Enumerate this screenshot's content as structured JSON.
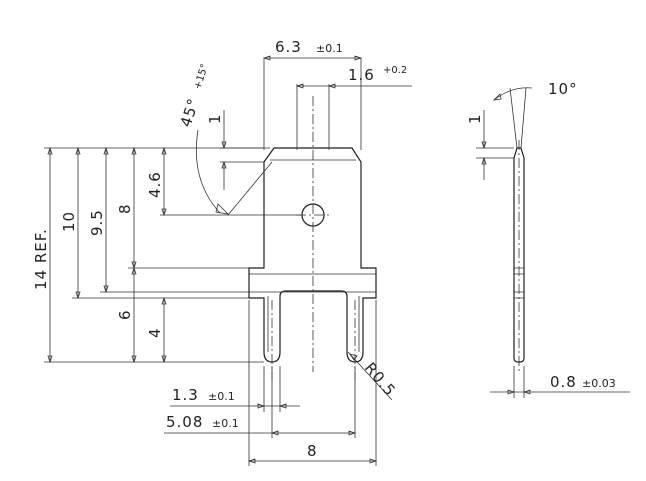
{
  "dimensions": {
    "width_total": "6.3",
    "width_total_tol": "±0.1",
    "tab_width": "1.6",
    "tab_width_tol": "+0.2",
    "chamfer_angle": "45°",
    "chamfer_angle_tol": "+15°",
    "chamfer_depth": "1",
    "hole_offset": "4.6",
    "length_ref": "14 REF.",
    "length_10": "10",
    "length_9_5": "9.5",
    "length_8": "8",
    "leg_length_6": "6",
    "leg_length_4": "4",
    "leg_width": "1.3",
    "leg_width_tol": "±0.1",
    "leg_pitch": "5.08",
    "leg_pitch_tol": "±0.1",
    "leg_span": "8",
    "leg_radius": "R0.5",
    "side_chamfer": "1",
    "side_angle": "10°",
    "thickness": "0.8",
    "thickness_tol": "±0.03"
  }
}
